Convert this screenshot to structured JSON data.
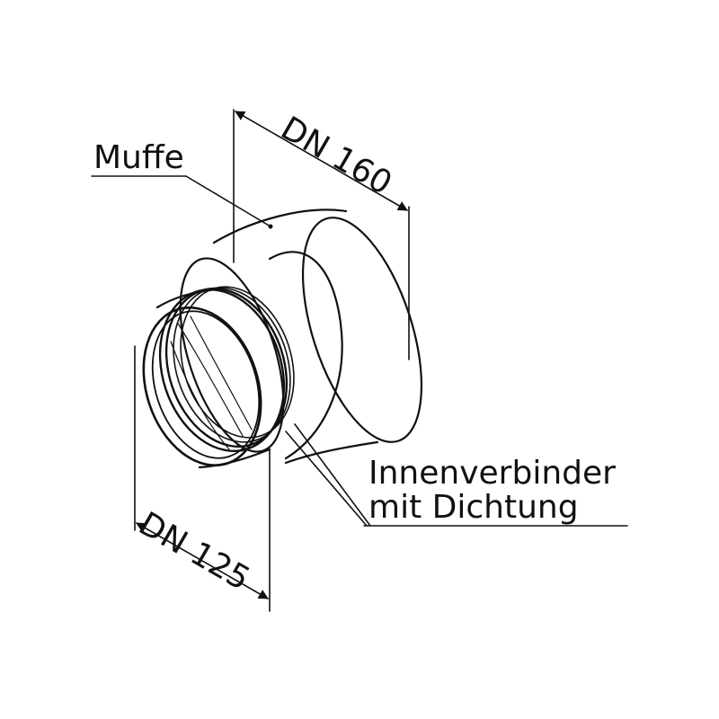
{
  "labels": {
    "muffe": "Muffe",
    "connector_line1": "Innenverbinder",
    "connector_line2": "mit Dichtung"
  },
  "dimensions": {
    "large": "DN 160",
    "small": "DN 125"
  },
  "colors": {
    "line": "#111111",
    "background": "#ffffff"
  }
}
